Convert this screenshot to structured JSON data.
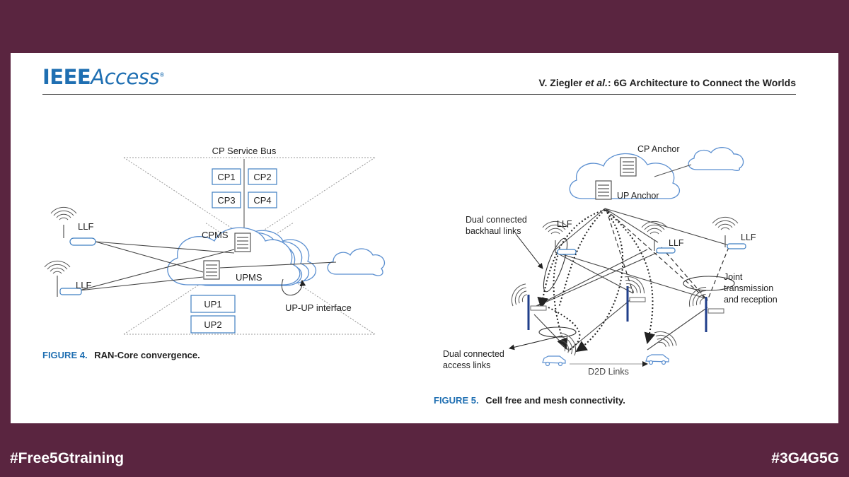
{
  "header": {
    "journal_bold": "IEEE",
    "journal_italic": "Access",
    "journal_mark": "®",
    "running_head_authors": "V. Ziegler ",
    "running_head_etal": "et al.",
    "running_head_title": ": 6G Architecture to Connect the Worlds"
  },
  "figure4": {
    "caption_num": "FIGURE 4.",
    "caption_text": "RAN-Core convergence.",
    "labels": {
      "cp_service_bus": "CP Service Bus",
      "cp1": "CP1",
      "cp2": "CP2",
      "cp3": "CP3",
      "cp4": "CP4",
      "cpms": "CPMS",
      "upms": "UPMS",
      "up1": "UP1",
      "up2": "UP2",
      "llf_top": "LLF",
      "llf_bottom": "LLF",
      "up_up_interface": "UP-UP interface"
    }
  },
  "figure5": {
    "caption_num": "FIGURE 5.",
    "caption_text": "Cell free and mesh connectivity.",
    "labels": {
      "cp_anchor": "CP Anchor",
      "up_anchor": "UP Anchor",
      "llf_1": "LLF",
      "llf_2": "LLF",
      "llf_3": "LLF",
      "backhaul_line1": "Dual connected",
      "backhaul_line2": "backhaul links",
      "joint_line1": "Joint",
      "joint_line2": "transmission",
      "joint_line3": "and reception",
      "access_line1": "Dual connected",
      "access_line2": "access links",
      "d2d": "D2D Links"
    }
  },
  "footer": {
    "left_hashtag": "#Free5Gtraining",
    "right_hashtag": "#3G4G5G"
  },
  "colors": {
    "background": "#5a2540",
    "accent_blue": "#1f6fb2",
    "cloud_blue": "#5b8fd0",
    "mast_blue": "#1f3e8a"
  }
}
